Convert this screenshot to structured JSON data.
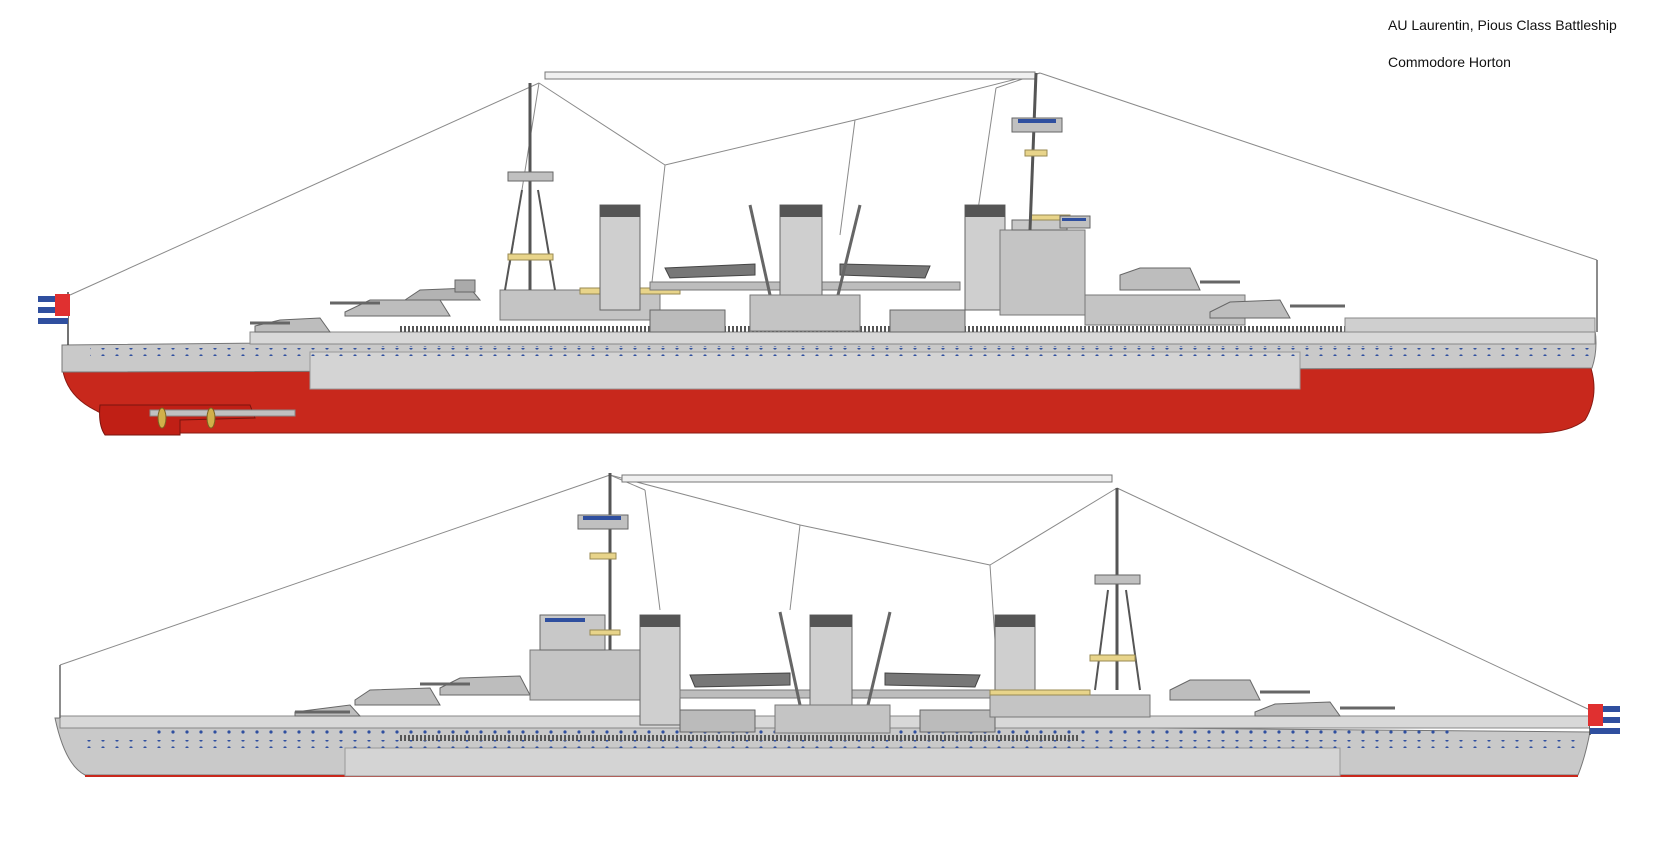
{
  "title": {
    "caption": "AU Laurentin, Pious Class Battleship",
    "author": "Commodore Horton"
  },
  "views": [
    {
      "id": "side-profile-1",
      "waterline": "#c8281c",
      "flag": "bow-left"
    },
    {
      "id": "side-profile-2",
      "waterline": "#c8281c",
      "flag": "stern-right"
    }
  ],
  "colors": {
    "hull_grey": "#c9c9c9",
    "deck_grey": "#d8d8d8",
    "dark_grey": "#8a8a8a",
    "lower_hull_red": "#c8281c",
    "porthole_blue": "#2f4f9f",
    "accent_yellow": "#e8d48a",
    "rigging": "#7d7d7d"
  }
}
